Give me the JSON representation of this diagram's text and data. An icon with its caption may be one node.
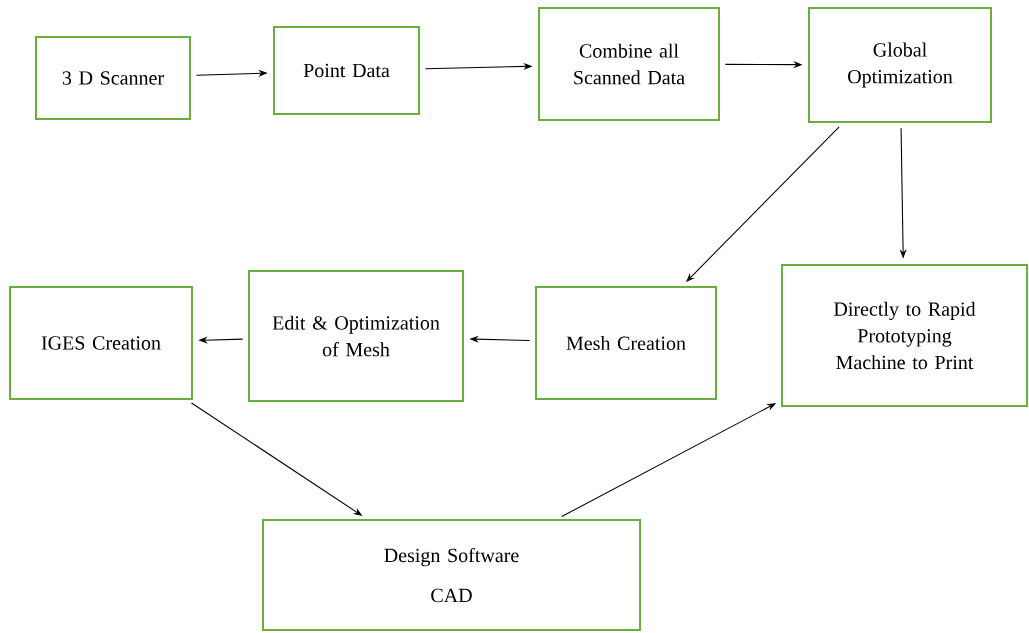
{
  "diagram": {
    "nodes": [
      {
        "text": [
          "3 D Scanner"
        ]
      },
      {
        "text": [
          "Point Data"
        ]
      },
      {
        "text": [
          "Combine all Scanned Data"
        ]
      },
      {
        "text": [
          "Global Optimization"
        ]
      },
      {
        "text": [
          "IGES Creation"
        ]
      },
      {
        "text": [
          "Edit & Optimization of Mesh"
        ]
      },
      {
        "text": [
          "Mesh Creation"
        ]
      },
      {
        "text": [
          "Directly to Rapid Prototyping Machine to Print"
        ]
      },
      {
        "text": [
          "Design Software",
          "CAD"
        ]
      }
    ],
    "edges": [
      {
        "from": 0,
        "to": 1,
        "arrow": "to"
      },
      {
        "from": 1,
        "to": 2,
        "arrow": "to"
      },
      {
        "from": 2,
        "to": 3,
        "arrow": "to"
      },
      {
        "from": 3,
        "to": 6,
        "arrow": "to"
      },
      {
        "from": 3,
        "to": 7,
        "arrow": "to"
      },
      {
        "from": 6,
        "to": 5,
        "arrow": "to"
      },
      {
        "from": 5,
        "to": 4,
        "arrow": "to"
      },
      {
        "from": 4,
        "to": 8,
        "arrow": "to"
      },
      {
        "from": 8,
        "to": 7,
        "arrow": "to"
      }
    ]
  }
}
